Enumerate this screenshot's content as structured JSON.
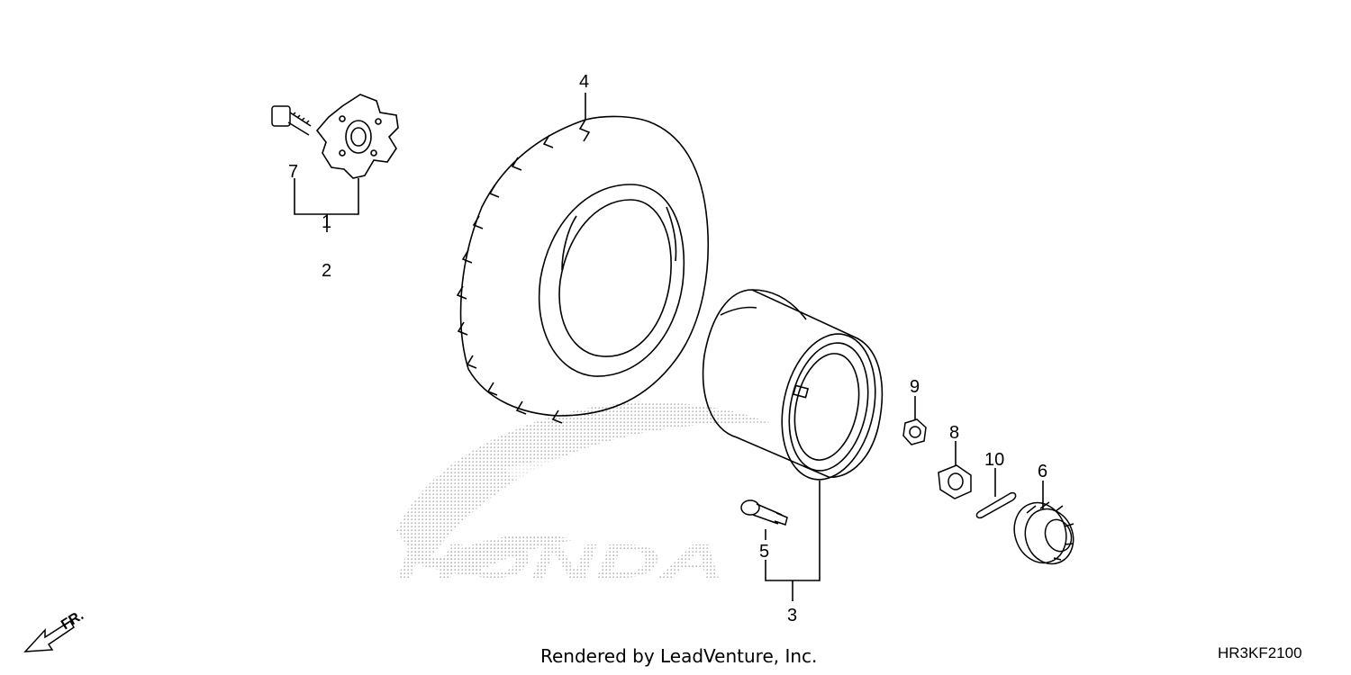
{
  "diagram": {
    "callouts": {
      "c1": "1",
      "c2": "2",
      "c3": "3",
      "c4": "4",
      "c5": "5",
      "c6": "6",
      "c7": "7",
      "c8": "8",
      "c9": "9",
      "c10": "10"
    },
    "direction_label": "FR.",
    "watermark_brand": "HONDA",
    "footer_text": "Rendered by LeadVenture, Inc.",
    "diagram_id": "HR3KF2100",
    "colors": {
      "line": "#000000",
      "watermark": "#bdbdbd",
      "watermark_text": "#e6e6e6"
    }
  }
}
